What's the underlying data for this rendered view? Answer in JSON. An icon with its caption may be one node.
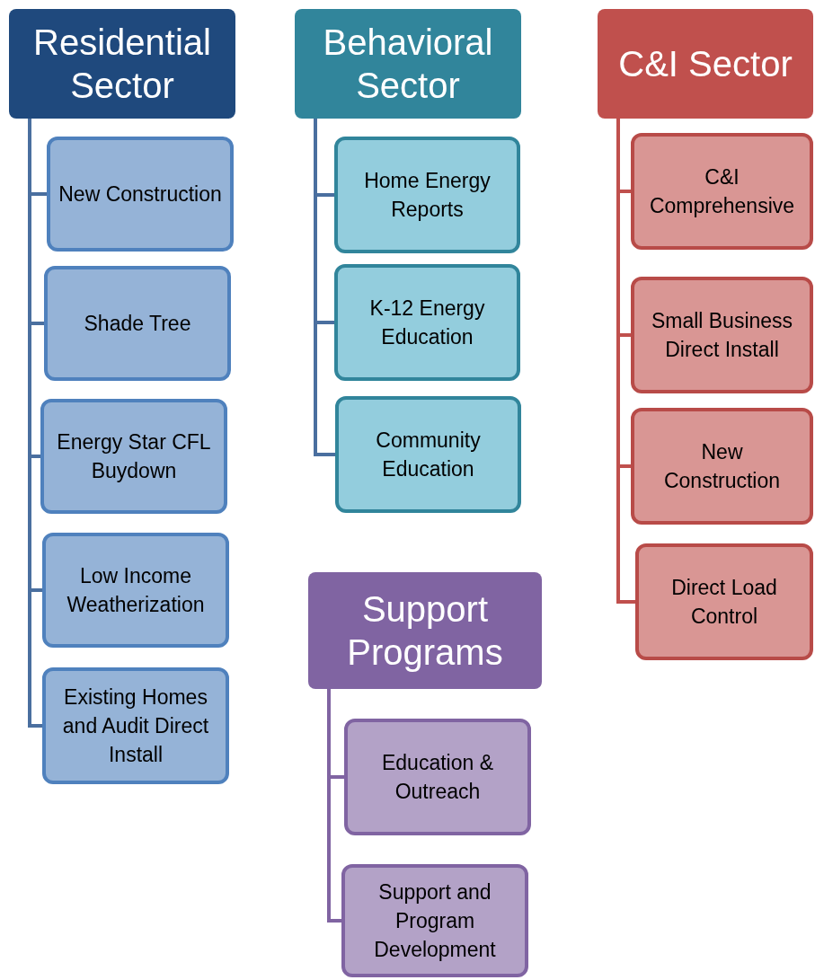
{
  "diagram": {
    "nodes": [
      {
        "text": [
          "Residential Sector"
        ]
      },
      {
        "text": [
          "New Construction"
        ]
      },
      {
        "text": [
          "Shade Tree"
        ]
      },
      {
        "text": [
          "Energy Star CFL Buydown"
        ]
      },
      {
        "text": [
          "Low Income Weatherization"
        ]
      },
      {
        "text": [
          "Existing Homes and Audit Direct Install"
        ]
      },
      {
        "text": [
          "Behavioral Sector"
        ]
      },
      {
        "text": [
          "Home Energy Reports"
        ]
      },
      {
        "text": [
          "K-12 Energy Education"
        ]
      },
      {
        "text": [
          "Community Education"
        ]
      },
      {
        "text": [
          "C&I Sector"
        ]
      },
      {
        "text": [
          "C&I Comprehensive"
        ]
      },
      {
        "text": [
          "Small Business Direct Install"
        ]
      },
      {
        "text": [
          "New Construction"
        ]
      },
      {
        "text": [
          "Direct Load Control"
        ]
      },
      {
        "text": [
          "Support Programs"
        ]
      },
      {
        "text": [
          "Education & Outreach"
        ]
      },
      {
        "text": [
          "Support and Program Development"
        ]
      }
    ],
    "edges": [
      {
        "from": 0,
        "to": 1,
        "arrow": "none"
      },
      {
        "from": 0,
        "to": 2,
        "arrow": "none"
      },
      {
        "from": 0,
        "to": 3,
        "arrow": "none"
      },
      {
        "from": 0,
        "to": 4,
        "arrow": "none"
      },
      {
        "from": 0,
        "to": 5,
        "arrow": "none"
      },
      {
        "from": 6,
        "to": 7,
        "arrow": "none"
      },
      {
        "from": 6,
        "to": 8,
        "arrow": "none"
      },
      {
        "from": 6,
        "to": 9,
        "arrow": "none"
      },
      {
        "from": 10,
        "to": 11,
        "arrow": "none",
        "color": "#c0504d"
      },
      {
        "from": 10,
        "to": 12,
        "arrow": "none",
        "color": "#c0504d"
      },
      {
        "from": 10,
        "to": 13,
        "arrow": "none",
        "color": "#c0504d"
      },
      {
        "from": 10,
        "to": 14,
        "arrow": "none",
        "color": "#c0504d"
      },
      {
        "from": 15,
        "to": 16,
        "arrow": "none",
        "color": "#8064a2"
      },
      {
        "from": 15,
        "to": 17,
        "arrow": "none",
        "color": "#8064a2"
      }
    ]
  }
}
